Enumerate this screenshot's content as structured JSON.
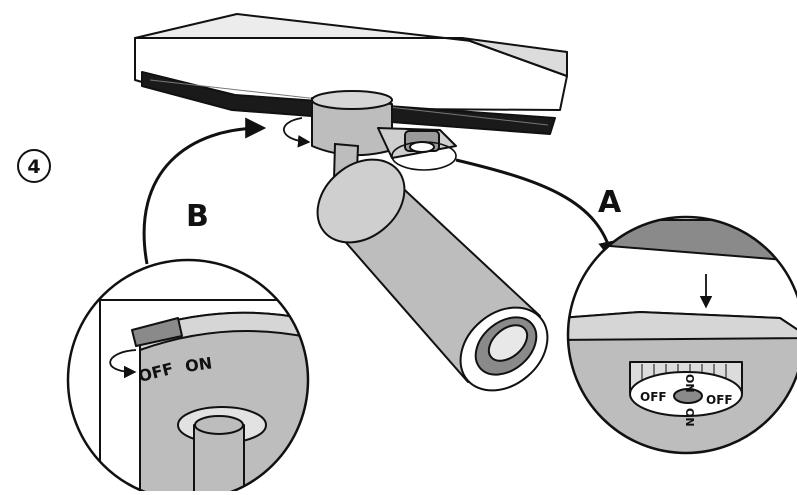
{
  "step_number": "4",
  "label_a": "A",
  "label_b": "B",
  "detail_b": {
    "off_label": "OFF",
    "on_label": "ON"
  },
  "detail_a": {
    "off_left": "OFF",
    "off_right": "OFF",
    "on_top": "ON",
    "on_bottom": "ON"
  },
  "colors": {
    "line": "#111111",
    "fill_light": "#dcdcdc",
    "fill_mid": "#bdbdbd",
    "fill_dark": "#8a8a8a",
    "background": "#ffffff"
  }
}
